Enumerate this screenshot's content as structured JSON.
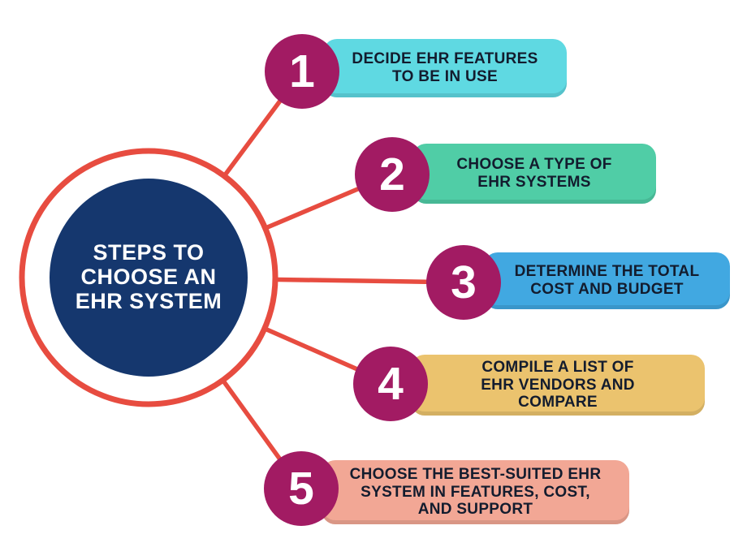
{
  "center": {
    "title": "STEPS TO\nCHOOSE AN\nEHR SYSTEM"
  },
  "steps": [
    {
      "number": "1",
      "label": "DECIDE EHR FEATURES\nTO BE IN USE",
      "bar_color": "#5fd9e2"
    },
    {
      "number": "2",
      "label": "CHOOSE A TYPE OF\nEHR SYSTEMS",
      "bar_color": "#50cda6"
    },
    {
      "number": "3",
      "label": "DETERMINE THE TOTAL\nCOST AND BUDGET",
      "bar_color": "#41a8e1"
    },
    {
      "number": "4",
      "label": "COMPILE A LIST OF\nEHR VENDORS AND\nCOMPARE",
      "bar_color": "#ebc36e"
    },
    {
      "number": "5",
      "label": "CHOOSE THE BEST-SUITED EHR\nSYSTEM IN FEATURES, COST,\nAND SUPPORT",
      "bar_color": "#f2a795"
    }
  ],
  "colors": {
    "center_circle_navy": "#15376e",
    "ring_and_lines_red": "#e74c40",
    "step_circle_magenta": "#a21b63",
    "label_text": "#131c2e",
    "background": "#ffffff"
  }
}
